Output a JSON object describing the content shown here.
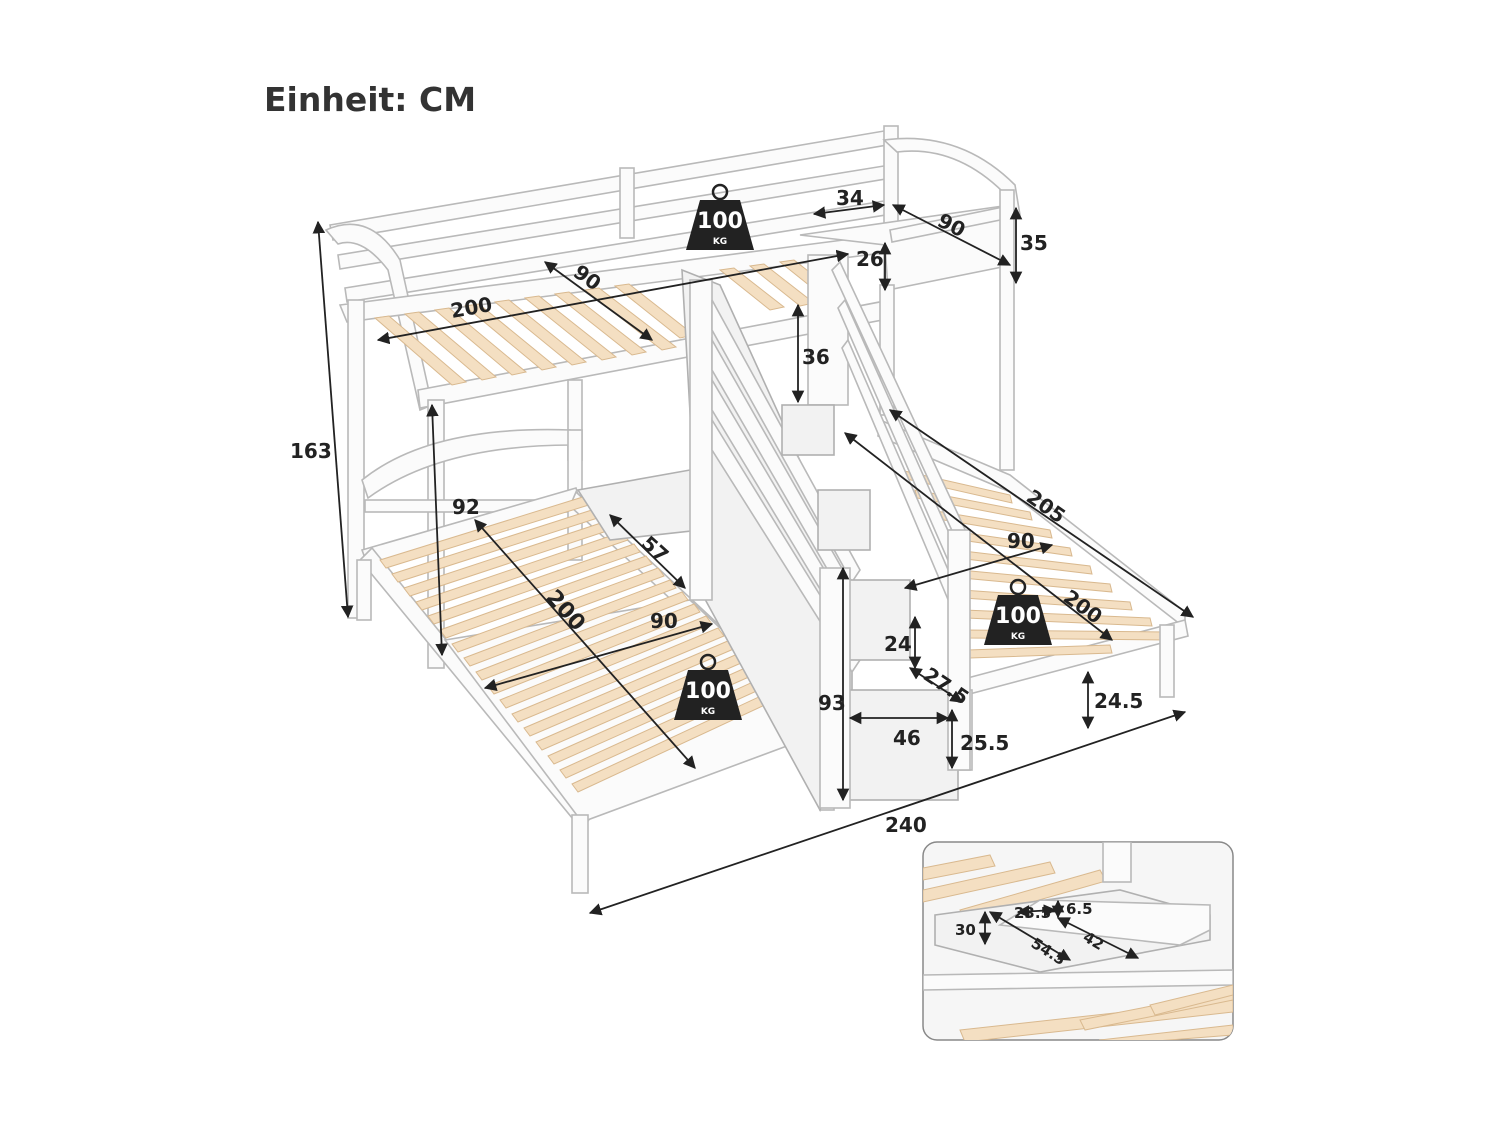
{
  "title": "Einheit: CM",
  "weight": {
    "value": "100",
    "unit": "KG"
  },
  "dimensions": {
    "total_height": "163",
    "top_length": "200",
    "top_width": "90",
    "platform_depth": "34",
    "platform_width": "90",
    "rail_height": "35",
    "platform_step": "26",
    "stair_rail_gap": "36",
    "left_bed_height": "92",
    "left_gap": "57",
    "left_length": "200",
    "left_width": "90",
    "right_length_total": "205",
    "right_width": "90",
    "right_length": "200",
    "step_height": "24",
    "step_depth": "27.5",
    "stair_height": "93",
    "stair_width": "46",
    "bottom_step": "25.5",
    "right_bed_height": "24.5",
    "total_length": "240"
  },
  "inset": {
    "height": "30",
    "slot_a": "23.5",
    "slot_b": "6.5",
    "length": "54.5",
    "width": "42"
  }
}
